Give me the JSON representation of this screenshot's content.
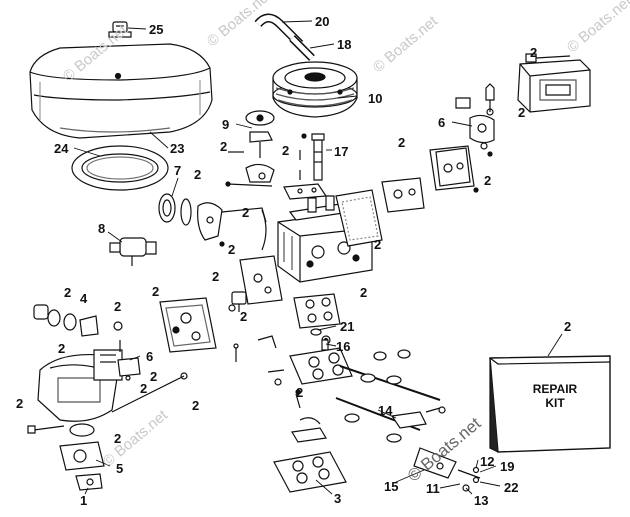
{
  "watermarks": [
    "© Boats.net",
    "© Boats.net",
    "© Boats.net",
    "© Boats.net",
    "© Boats.net",
    "© Boats.net"
  ],
  "repair_kit": {
    "line1": "REPAIR",
    "line2": "KIT"
  },
  "callouts": {
    "c25": "25",
    "c20": "20",
    "c18": "18",
    "c10": "10",
    "c24": "24",
    "c23": "23",
    "c9": "9",
    "c17": "17",
    "c7": "7",
    "c8": "8",
    "c6a": "6",
    "c6b": "6",
    "c4": "4",
    "c21": "21",
    "c16": "16",
    "c14": "14",
    "c5": "5",
    "c1": "1",
    "c3": "3",
    "c15": "15",
    "c11": "11",
    "c12": "12",
    "c13": "13",
    "c19": "19",
    "c22": "22",
    "c2": "2"
  }
}
